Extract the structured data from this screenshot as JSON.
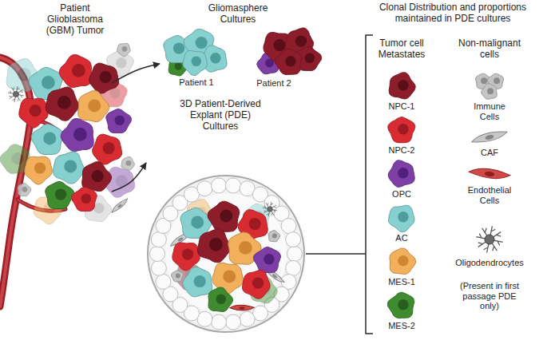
{
  "diagram": {
    "nodes": [
      {
        "text": [
          "Patient Glioblastoma (GBM) Tumor"
        ]
      },
      {
        "text": [
          "Gliomasphere Cultures"
        ]
      },
      {
        "text": [
          "3D Patient-Derived Explant (PDE) Cultures"
        ]
      },
      {
        "text": [
          "Clonal Distribution and proportions maintained in PDE cultures"
        ]
      },
      {
        "text": [
          "NPC-1"
        ],
        "in": 3
      },
      {
        "text": [
          "NPC-2"
        ],
        "in": 3
      },
      {
        "text": [
          "OPC"
        ],
        "in": 3
      },
      {
        "text": [
          "AC"
        ],
        "in": 3
      },
      {
        "text": [
          "MES-1"
        ],
        "in": 3
      },
      {
        "text": [
          "MES-2"
        ],
        "in": 3
      },
      {
        "text": [
          "Immune Cells"
        ],
        "in": 3
      },
      {
        "text": [
          "CAF"
        ],
        "in": 3
      },
      {
        "text": [
          "Endothelial Cells"
        ],
        "in": 3
      },
      {
        "text": [
          "Oligodendrocytes"
        ],
        "in": 3
      }
    ],
    "edges": [
      {
        "from": 0,
        "to": 1,
        "arrow": "to"
      },
      {
        "from": 0,
        "to": 2,
        "arrow": "to"
      },
      {
        "from": 2,
        "to": 3,
        "arrow": "none"
      }
    ],
    "labels": [
      "Patient 1",
      "Patient 2",
      "Tumor cell Metastates",
      "Non-malignant cells",
      "(Present in first passage PDE only)"
    ]
  }
}
